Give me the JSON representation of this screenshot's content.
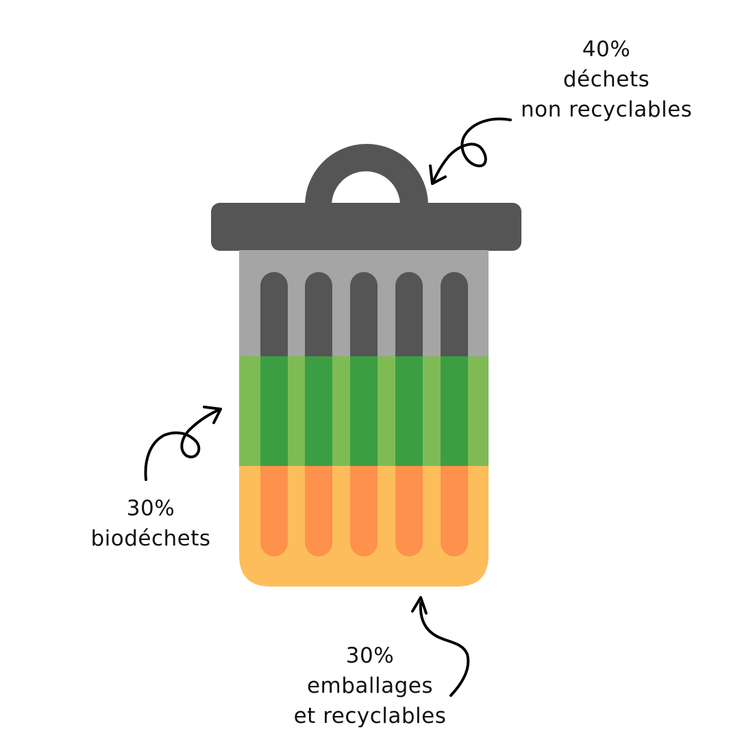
{
  "labels": {
    "top": {
      "line1": "40%",
      "line2": "déchets",
      "line3": "non recyclables"
    },
    "left": {
      "line1": "30%",
      "line2": "biodéchets"
    },
    "bottom": {
      "line1": "30%",
      "line2": "emballages",
      "line3": "et recyclables"
    }
  },
  "segments": [
    {
      "percent": 40,
      "color": "#a5a5a5",
      "stripe_color": "#555555"
    },
    {
      "percent": 30,
      "color": "#7fbb55",
      "stripe_color": "#3c9e43"
    },
    {
      "percent": 30,
      "color": "#fdbd5a",
      "stripe_color": "#fe914c"
    }
  ],
  "lid_color": "#555555"
}
